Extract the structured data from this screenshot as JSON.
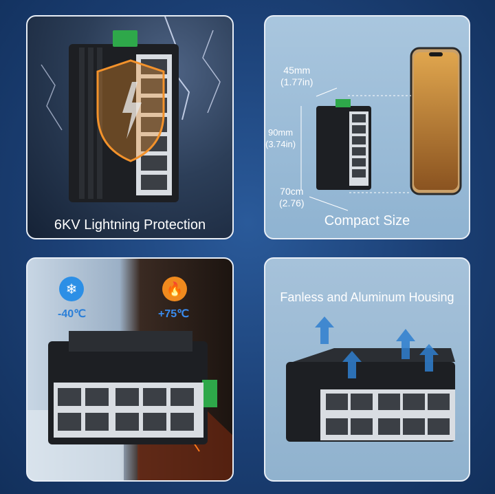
{
  "panels": {
    "lightning": {
      "caption": "6KV Lightning Protection"
    },
    "compact": {
      "caption": "Compact Size",
      "width_label": "45mm",
      "width_label_in": "(1.77in)",
      "height_label": "90mm",
      "height_label_in": "(3.74in)",
      "depth_label": "70cm",
      "depth_label_in": "(2.76)"
    },
    "temperature": {
      "cold_label": "-40℃",
      "hot_label": "+75℃",
      "cold_icon": "snowflake-icon",
      "hot_icon": "flame-icon"
    },
    "fanless": {
      "caption": "Fanless and Aluminum Housing"
    }
  },
  "colors": {
    "page_bg": "#1b3f74",
    "cold_badge": "#2c8fe6",
    "hot_badge": "#f08a1e",
    "cold_text": "#2b7fd8",
    "hot_text": "#3a8cf0",
    "shield": "#f3922b",
    "arrow": "#2f7fcf"
  }
}
